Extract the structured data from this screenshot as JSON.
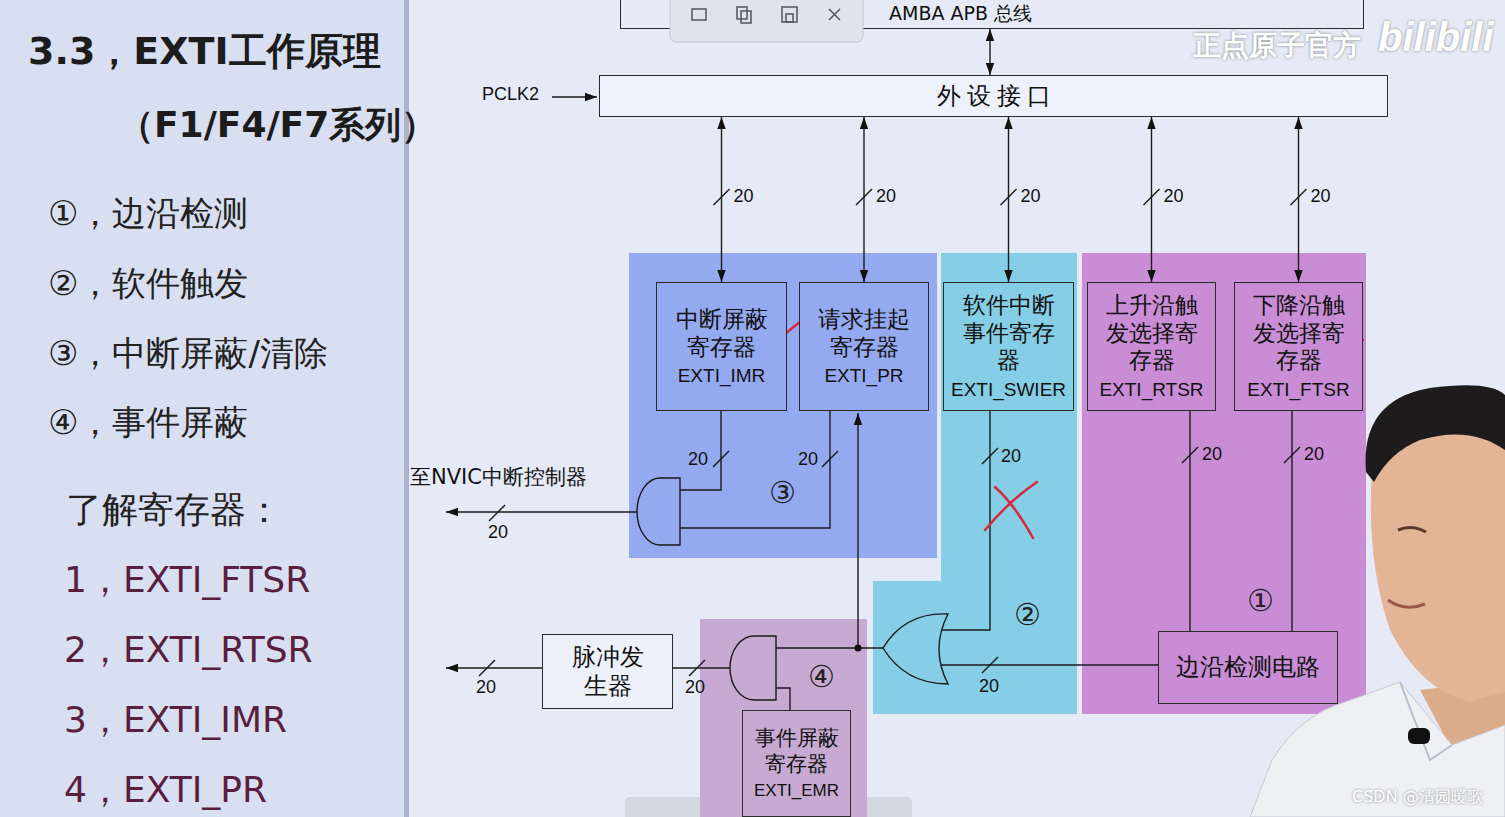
{
  "diagram": {
    "title": "3.3，EXTI工作原理",
    "nodes": [
      {
        "text": [
          "AMBA APB 总线"
        ]
      },
      {
        "text": [
          "外 设 接 口"
        ]
      },
      {
        "text": [
          "③"
        ]
      },
      {
        "text": [
          "中断屏蔽寄存器",
          "EXTI_IMR"
        ],
        "in": 2
      },
      {
        "text": [
          "请求挂起寄存器",
          "EXTI_PR"
        ],
        "in": 2
      },
      {
        "text": [
          "②"
        ]
      },
      {
        "text": [
          "软件中断事件寄存器",
          "EXTI_SWIER"
        ],
        "in": 5
      },
      {
        "text": [
          "①"
        ]
      },
      {
        "text": [
          "上升沿触发选择寄存器",
          "EXTI_RTSR"
        ],
        "in": 7
      },
      {
        "text": [
          "下降沿触发选择寄存器",
          "EXTI_FTSR"
        ],
        "in": 7
      },
      {
        "text": [
          "边沿检测电路"
        ],
        "in": 7
      },
      {
        "text": [
          "脉冲发生器"
        ]
      },
      {
        "text": [
          "④"
        ]
      },
      {
        "text": [
          "事件屏蔽寄存器",
          "EXTI_EMR"
        ],
        "in": 12
      }
    ],
    "edges": [
      {
        "from": 0,
        "to": 1,
        "arrow": "both"
      },
      {
        "from": 1,
        "to": 3,
        "label": "20",
        "arrow": "both"
      },
      {
        "from": 1,
        "to": 4,
        "label": "20",
        "arrow": "both"
      },
      {
        "from": 1,
        "to": 6,
        "label": "20",
        "arrow": "both"
      },
      {
        "from": 1,
        "to": 8,
        "label": "20",
        "arrow": "both"
      },
      {
        "from": 1,
        "to": 9,
        "label": "20",
        "arrow": "both"
      },
      {
        "from": 8,
        "to": 10,
        "label": "20",
        "arrow": "none"
      },
      {
        "from": 9,
        "to": 10,
        "label": "20",
        "arrow": "none"
      }
    ],
    "labels": [
      "（F1/F4/F7系列）",
      "①，边沿检测",
      "②，软件触发",
      "③，中断屏蔽/清除",
      "④，事件屏蔽",
      "了解寄存器：",
      "1，EXTI_FTSR",
      "2，EXTI_RTSR",
      "3，EXTI_IMR",
      "4，EXTI_PR",
      "PCLK2",
      "至NVIC中断控制器",
      "20",
      "20",
      "20",
      "20",
      "20",
      "20",
      "20",
      "正点原子官方",
      "bilibili",
      "CSDN @清园暖歌"
    ]
  }
}
